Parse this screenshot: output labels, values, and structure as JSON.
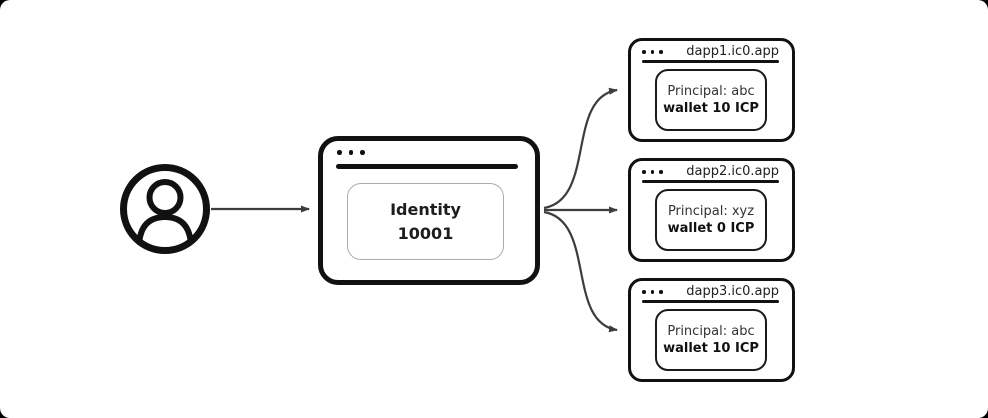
{
  "diagram": {
    "description": "User connects through one Identity to multiple dapps, each dapp seeing its own principal and wallet",
    "icons": {
      "user": "person-in-circle-icon",
      "window_dots": "browser-ellipsis-dots",
      "arrow": "right-arrowhead"
    },
    "identity_window": {
      "title_line1": "Identity",
      "title_line2": "10001"
    },
    "dapps": [
      {
        "url": "dapp1.ic0.app",
        "principal": "Principal: abc",
        "wallet": "wallet 10 ICP"
      },
      {
        "url": "dapp2.ic0.app",
        "principal": "Principal: xyz",
        "wallet": "wallet 0 ICP"
      },
      {
        "url": "dapp3.ic0.app",
        "principal": "Principal: abc",
        "wallet": "wallet 10 ICP"
      }
    ],
    "colors": {
      "canvas_background": "#ffffff",
      "page_frame": "#000000",
      "stroke": "#111111",
      "arrow": "#3d3d3d",
      "light_inner_border": "#ababab",
      "principal_text": "#333333"
    }
  }
}
